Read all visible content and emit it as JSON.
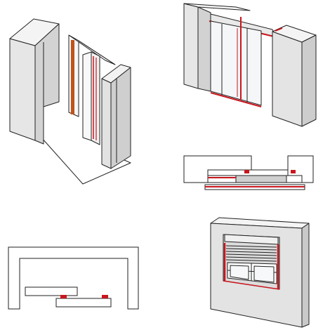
{
  "figure": {
    "panels": [
      {
        "id": "corner-glass-door",
        "depicts": "corner-glass-door-seal-system"
      },
      {
        "id": "sliding-glass-panel",
        "depicts": "sliding-glass-panel-between-walls"
      },
      {
        "id": "sliding-door-section",
        "depicts": "sliding-door-cross-section"
      },
      {
        "id": "u-frame-section",
        "depicts": "u-frame-with-offset-panels-section"
      },
      {
        "id": "roller-shutter",
        "depicts": "roller-shutter-window-on-wall"
      }
    ],
    "colors": {
      "seal_red": "#c8161d",
      "wall_light": "#ececec",
      "wall_side": "#cfcfcf",
      "wall_dark": "#b9b9b9",
      "outline": "#222222",
      "glass": "#f4f6f8",
      "wood_orange": "#c0531b"
    }
  }
}
